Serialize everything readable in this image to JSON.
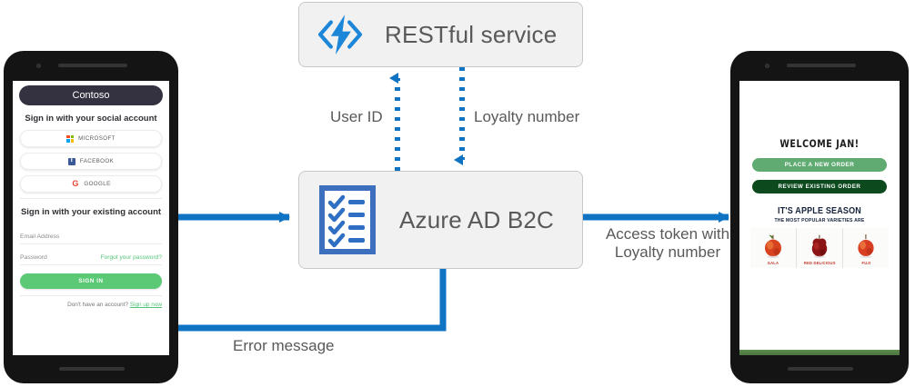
{
  "diagram": {
    "title": "Azure AD B2C RESTful service loyalty number flow",
    "accent_color": "#0f73c4",
    "box_fill": "#f1f1f1",
    "box_border": "#c8c8c8",
    "label_color": "#595959"
  },
  "services": {
    "restful": {
      "label": "RESTful service",
      "icon": "azure-function-icon"
    },
    "b2c": {
      "label": "Azure AD B2C",
      "icon": "azure-ad-b2c-checklist-icon"
    }
  },
  "connectors": [
    {
      "id": "user-id",
      "label": "User ID",
      "style": "dotted",
      "direction": "up"
    },
    {
      "id": "loyalty-number",
      "label": "Loyalty number",
      "style": "dotted",
      "direction": "down"
    },
    {
      "id": "sign-in",
      "label": "",
      "style": "solid",
      "direction": "right"
    },
    {
      "id": "access-token",
      "label_line1": "Access token with",
      "label_line2": "Loyalty number",
      "style": "solid",
      "direction": "right"
    },
    {
      "id": "error",
      "label": "Error message",
      "style": "solid",
      "direction": "left"
    }
  ],
  "phone_left": {
    "name": "sign-in-phone",
    "brand": "Contoso",
    "social_section_title": "Sign in with your social account",
    "social_buttons": [
      {
        "label": "MICROSOFT",
        "icon": "microsoft-logo-icon"
      },
      {
        "label": "FACEBOOK",
        "icon": "facebook-logo-icon"
      },
      {
        "label": "GOOGLE",
        "icon": "google-logo-icon"
      }
    ],
    "local_section_title": "Sign in with your existing account",
    "email_placeholder": "Email Address",
    "password_placeholder": "Password",
    "forgot_password": "Forgot your password?",
    "signin_button": "SIGN IN",
    "signup_prompt": "Don't have an account?",
    "signup_link": "Sign up now",
    "button_color": "#5cc977",
    "brand_color": "#343140"
  },
  "phone_right": {
    "name": "loyalty-app-phone",
    "welcome": "WELCOME JAN!",
    "primary_button": "PLACE A NEW ORDER",
    "secondary_button": "REVIEW EXISTING  ORDER",
    "promo_title": "IT'S APPLE SEASON",
    "promo_subtitle": "THE MOST POPULAR VARIETIES ARE",
    "apple_varieties": [
      "GALA",
      "RED DELICIOUS",
      "FUJI"
    ],
    "primary_color": "#60ab72",
    "secondary_color": "#0c4a1d"
  }
}
